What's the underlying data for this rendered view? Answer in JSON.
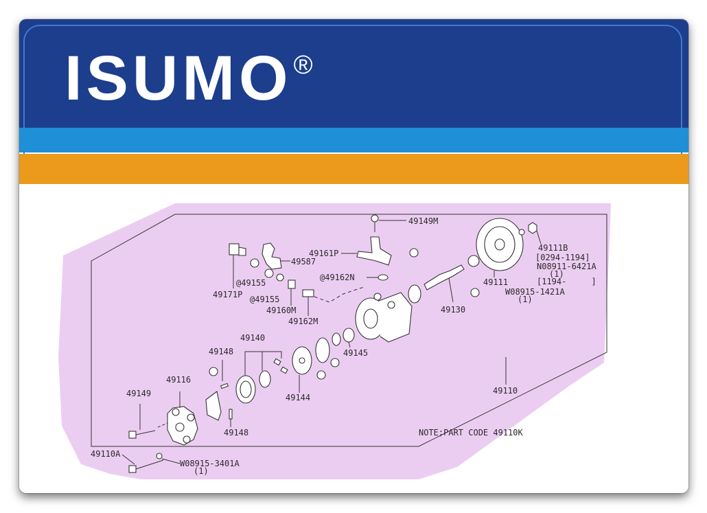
{
  "brand": {
    "name": "ISUMO",
    "mark": "®"
  },
  "colors": {
    "header_blue": "#1c3e8c",
    "stripe_blue": "#1f8fd8",
    "stripe_orange": "#ec9a1b",
    "highlight": "#eccdf2"
  },
  "diagram": {
    "note": "NOTE;PART CODE 49110K",
    "labels": {
      "p49149M": "49149M",
      "p49161P": "49161P",
      "p49587": "49587",
      "p49171P": "49171P",
      "p49155a": "@49155",
      "p49155b": "@49155",
      "p49160M": "49160M",
      "p49162M": "49162M",
      "p49162N": "@49162N",
      "p49130": "49130",
      "p49111": "49111",
      "p49111B": "49111B",
      "date1": "[0294-1194]",
      "n08911": "N08911-6421A",
      "qty1": "(1)",
      "date2": "[1194-     ]",
      "w08915a": "W08915-1421A",
      "qty2": "(1)",
      "p49140": "49140",
      "p49148a": "49148",
      "p49145": "49145",
      "p49116": "49116",
      "p49149": "49149",
      "p49144": "49144",
      "p49148b": "49148",
      "p49110": "49110",
      "p49110A": "49110A",
      "w08915b": "W08915-3401A",
      "qty3": "(1)"
    }
  }
}
